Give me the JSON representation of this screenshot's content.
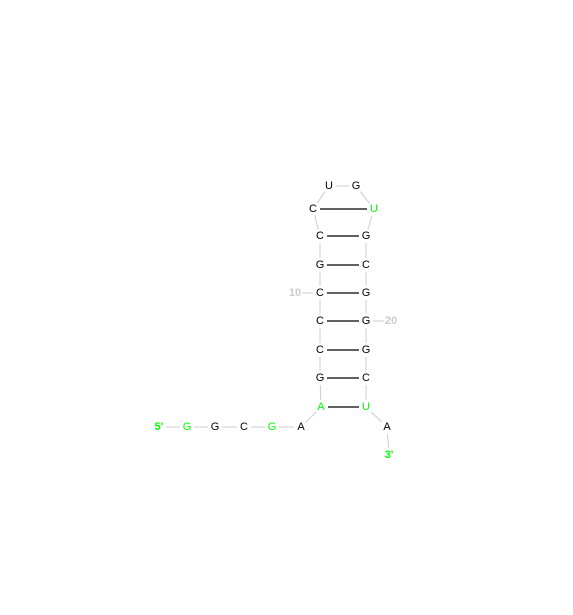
{
  "diagram": {
    "nucleotides": [
      {
        "letter": "G",
        "color": "#00ff00"
      },
      {
        "letter": "G",
        "color": "#000000"
      },
      {
        "letter": "C",
        "color": "#000000"
      },
      {
        "letter": "G",
        "color": "#00ff00"
      },
      {
        "letter": "A",
        "color": "#000000"
      },
      {
        "letter": "A",
        "color": "#00ff00"
      },
      {
        "letter": "G",
        "color": "#000000"
      },
      {
        "letter": "C",
        "color": "#000000"
      },
      {
        "letter": "C",
        "color": "#000000"
      },
      {
        "letter": "C",
        "color": "#000000"
      },
      {
        "letter": "G",
        "color": "#000000"
      },
      {
        "letter": "C",
        "color": "#000000"
      },
      {
        "letter": "C",
        "color": "#000000"
      },
      {
        "letter": "U",
        "color": "#000000"
      },
      {
        "letter": "G",
        "color": "#000000"
      },
      {
        "letter": "U",
        "color": "#00ff00"
      },
      {
        "letter": "G",
        "color": "#000000"
      },
      {
        "letter": "C",
        "color": "#000000"
      },
      {
        "letter": "G",
        "color": "#000000"
      },
      {
        "letter": "G",
        "color": "#000000"
      },
      {
        "letter": "G",
        "color": "#000000"
      },
      {
        "letter": "C",
        "color": "#000000"
      },
      {
        "letter": "U",
        "color": "#00ff00"
      },
      {
        "letter": "A",
        "color": "#000000"
      }
    ],
    "pairs": [
      [
        6,
        23
      ],
      [
        7,
        22
      ],
      [
        8,
        21
      ],
      [
        9,
        20
      ],
      [
        10,
        19
      ],
      [
        11,
        18
      ],
      [
        12,
        17
      ],
      [
        13,
        16
      ]
    ],
    "five_prime_label": "5'",
    "three_prime_label": "3'",
    "five_prime_color": "#00ff00",
    "three_prime_color": "#00ff00",
    "position_labels": [
      {
        "text": "10",
        "index": 9
      },
      {
        "text": "20",
        "index": 19
      }
    ],
    "colors": {
      "backbone": "#cccccc",
      "pair": "#000000",
      "position_label": "#cccccc"
    }
  }
}
